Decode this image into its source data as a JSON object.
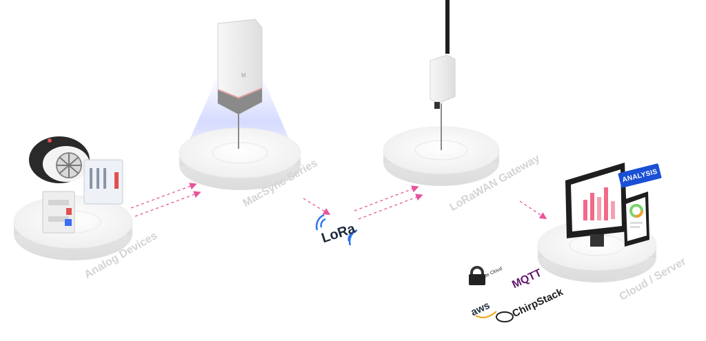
{
  "labels": {
    "analog": "Analog Devices",
    "macsync": "MacSync Series",
    "gateway": "LoRaWAN Gateway",
    "cloud": "Cloud / Server"
  },
  "lora_logo": "LoRa",
  "analysis_badge": "ANALYSIS",
  "brands": {
    "private_cloud": "Private Cloud",
    "mqtt": "MQTT",
    "aws": "aws",
    "chirpstack": "ChirpStack"
  },
  "colors": {
    "arrow": "#e8539a",
    "platform": "#f3f3f3",
    "label": "#d4d4d4",
    "glow": "#6b7dff",
    "analysis": "#1a4fd6",
    "mqtt": "#62166b"
  }
}
